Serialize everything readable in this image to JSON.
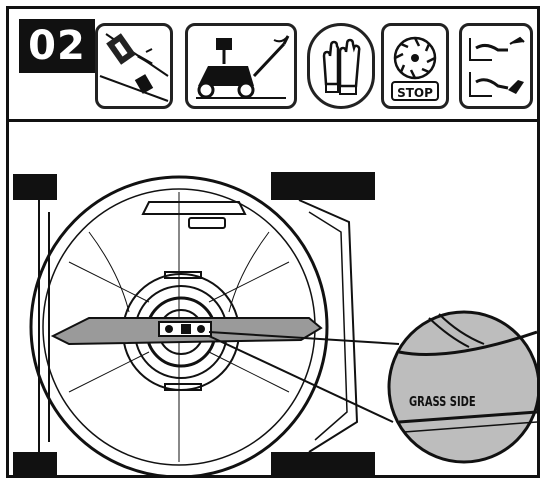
{
  "step": {
    "number": "02"
  },
  "icons": [
    {
      "name": "spark-plug-disconnect-icon"
    },
    {
      "name": "mower-handle-icon"
    },
    {
      "name": "gloves-icon"
    },
    {
      "name": "stop-blade-icon",
      "label": "STOP"
    },
    {
      "name": "hand-warning-icon"
    }
  ],
  "diagram": {
    "zoom_label": "GRASS SIDE"
  },
  "colors": {
    "ink": "#111111",
    "paper": "#ffffff",
    "blade_fill": "#9a9a9a",
    "lens_fill": "#bdbdbd"
  }
}
